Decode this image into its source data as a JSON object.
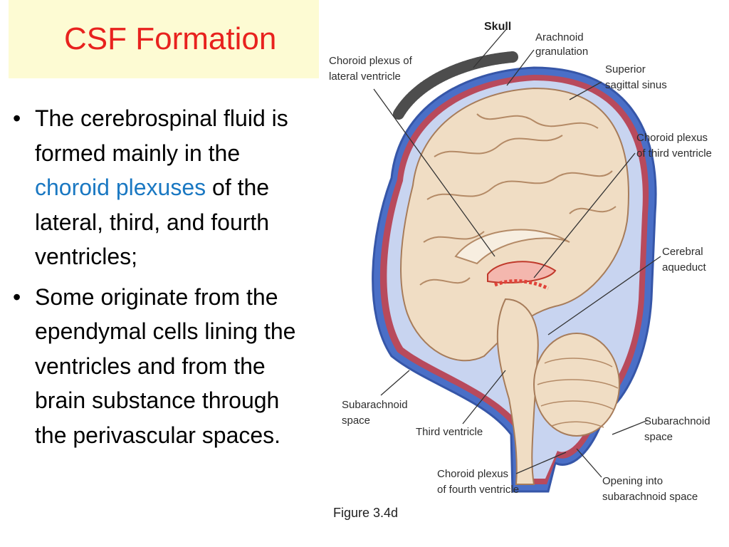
{
  "slide": {
    "title": "CSF Formation",
    "bullets": [
      {
        "marker": "•",
        "before": "The cerebrospinal fluid is formed mainly in the ",
        "highlight": "choroid plexuses",
        "after": " of the lateral, third, and fourth ventricles;"
      },
      {
        "marker": "•",
        "text": "Some originate from the ependymal cells lining the ventricles and from the brain substance through the perivascular spaces."
      }
    ]
  },
  "figure": {
    "caption": "Figure 3.4d",
    "labels": {
      "skull": "Skull",
      "arachnoid_1": "Arachnoid",
      "arachnoid_2": "granulation",
      "choroid_lat_1": "Choroid plexus of",
      "choroid_lat_2": "lateral ventricle",
      "sup_sinus_1": "Superior",
      "sup_sinus_2": "sagittal sinus",
      "choroid_third_1": "Choroid plexus",
      "choroid_third_2": "of third ventricle",
      "aqueduct_1": "Cerebral",
      "aqueduct_2": "aqueduct",
      "subarach_left_1": "Subarachnoid",
      "subarach_left_2": "space",
      "third_ventricle": "Third ventricle",
      "subarach_right_1": "Subarachnoid",
      "subarach_right_2": "space",
      "choroid_fourth_1": "Choroid plexus",
      "choroid_fourth_2": "of fourth ventricle",
      "opening_1": "Opening into",
      "opening_2": "subarachnoid space"
    }
  },
  "colors": {
    "title": "#e8221e",
    "highlight": "#1a78c2",
    "title_background": "#fdfbd3"
  }
}
